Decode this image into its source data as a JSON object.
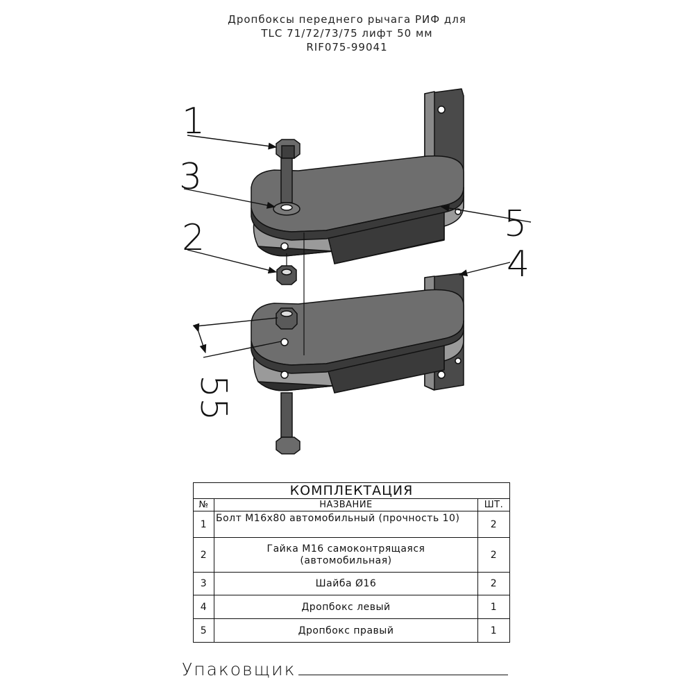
{
  "title": {
    "line1": "Дропбоксы переднего рычага РИФ для",
    "line2": "TLC 71/72/73/75 лифт 50 мм",
    "line3": "RIF075-99041"
  },
  "callouts": {
    "c1": "1",
    "c2": "2",
    "c3": "3",
    "c4": "4",
    "c5": "5",
    "dimension": "55"
  },
  "table": {
    "caption": "КОМПЛЕКТАЦИЯ",
    "headers": {
      "num": "№",
      "name": "НАЗВАНИЕ",
      "qty": "ШТ."
    },
    "rows": [
      {
        "num": "1",
        "name": "Болт M16x80 автомобильный (прочность 10)",
        "qty": "2"
      },
      {
        "num": "2",
        "name": "Гайка М16 самоконтрящаяся (автомобильная)",
        "qty": "2"
      },
      {
        "num": "3",
        "name": "Шайба Ø16",
        "qty": "2"
      },
      {
        "num": "4",
        "name": "Дропбокс левый",
        "qty": "1"
      },
      {
        "num": "5",
        "name": "Дропбокс правый",
        "qty": "1"
      }
    ]
  },
  "footer": {
    "packer_label": "Упаковщик"
  },
  "colors": {
    "metal_dark": "#3f3f3f",
    "metal_mid": "#6b6b6b",
    "metal_light": "#9a9a9a",
    "line": "#111111"
  }
}
